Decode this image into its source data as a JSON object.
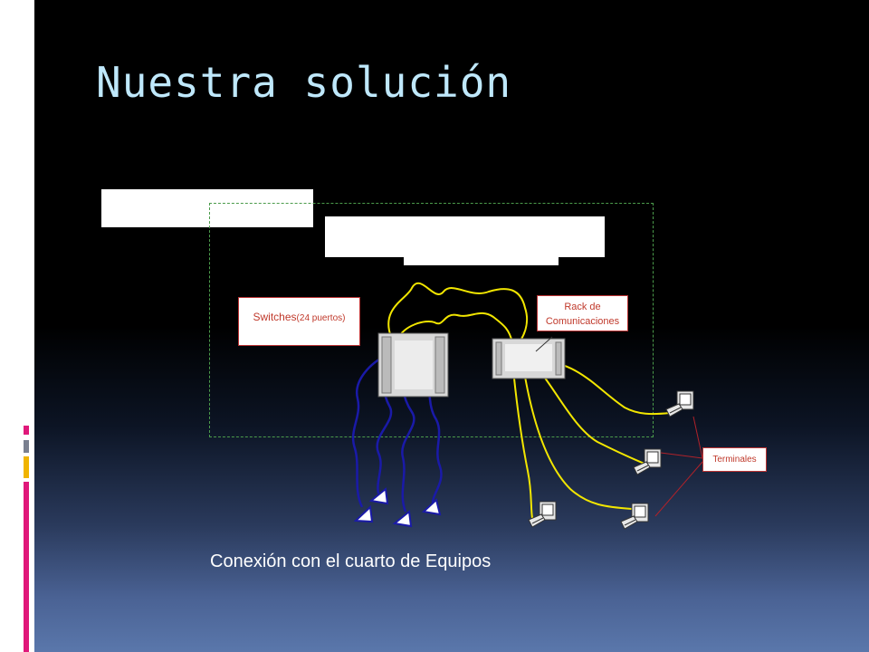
{
  "slide": {
    "title": "Nuestra solución",
    "caption": "Conexión con el cuarto de Equipos"
  },
  "labels": {
    "switches": "Switches",
    "switches_ports": "(24 puertos)",
    "rack_line1": "Rack de",
    "rack_line2": "Comunicaciones",
    "terminales": "Terminales"
  },
  "colors": {
    "title": "#bfe8fb",
    "yellow_cable": "#f2e600",
    "blue_cable": "#1a1aa8",
    "label_border": "#bb3333",
    "dashed_border": "#4b9b4b"
  }
}
